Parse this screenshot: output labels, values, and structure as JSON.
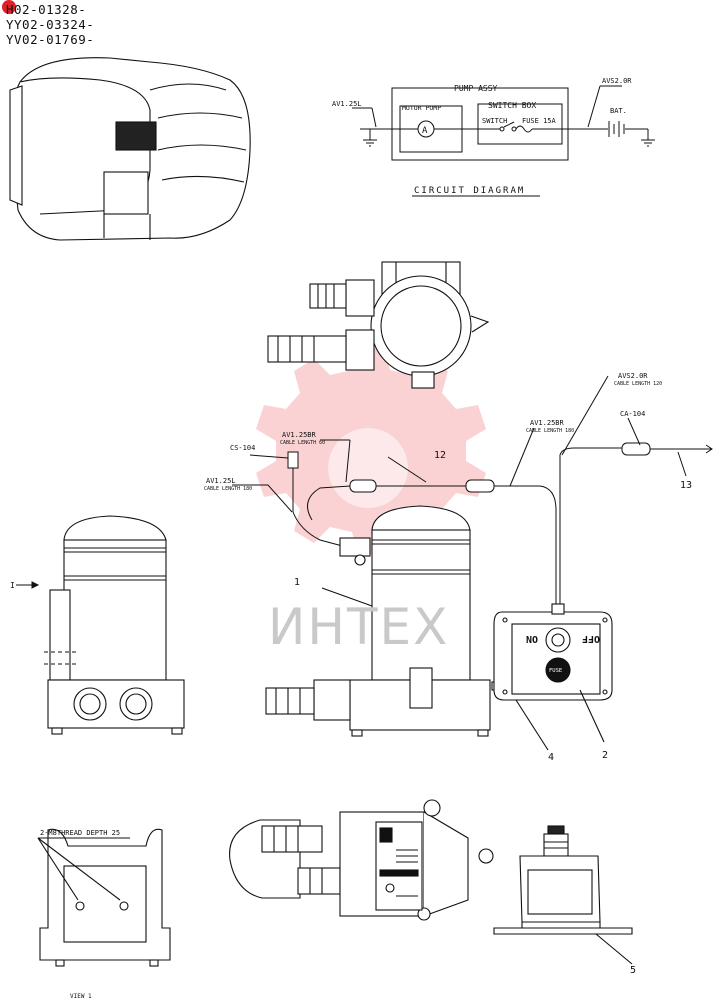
{
  "header": {
    "serials": [
      "H02-01328-",
      "YY02-03324-",
      "YV02-01769-"
    ]
  },
  "circuit": {
    "pump_assy": "PUMP ASSY",
    "motor_pump": "MOTOR PUMP",
    "switch_box": "SWITCH BOX",
    "switch": "SWITCH",
    "fuse": "FUSE 15A",
    "bat": "BAT.",
    "ammeter": "A",
    "wire_left": "AV1.25L",
    "wire_right": "AVS2.0R",
    "caption": "CIRCUIT DIAGRAM"
  },
  "callouts": {
    "cs104": "CS-104",
    "av125l": "AV1.25L",
    "len180": "CABLE LENGTH 180",
    "av125br_left": "AV1.25BR",
    "len60": "CABLE LENGTH 60",
    "av125br_right": "AV1.25BR",
    "len180_right": "CABLE LENGTH 180",
    "avs20r": "AVS2.0R",
    "len120": "CABLE LENGTH 120",
    "ca104": "CA-104",
    "thread": "2-M8THREAD DEPTH 25",
    "view": "VIEW 1",
    "arrow_label": "I"
  },
  "parts": {
    "p1": "1",
    "p2": "2",
    "p4": "4",
    "p5": "5",
    "p12": "12",
    "p13": "13"
  },
  "switch_panel": {
    "on": "ON",
    "off": "OFF",
    "fuse": "FUSE"
  },
  "watermark": "ИНТЕХ"
}
